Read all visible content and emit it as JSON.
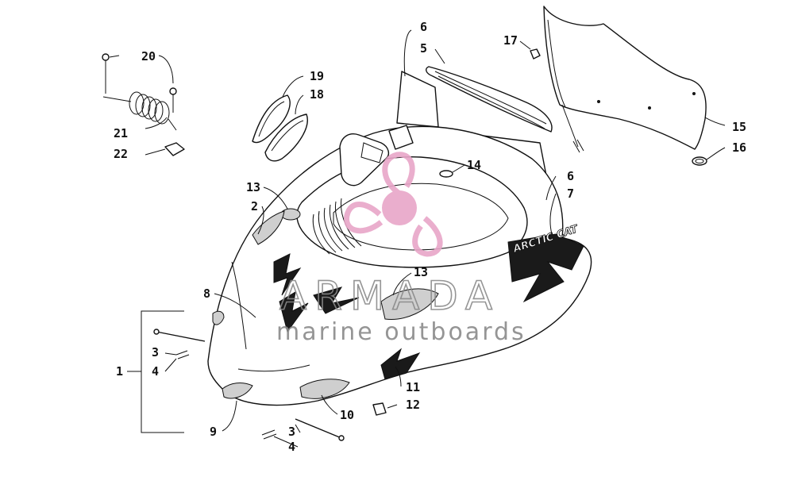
{
  "callouts": {
    "c1": "1",
    "c2": "2",
    "c3a": "3",
    "c3b": "3",
    "c4a": "4",
    "c4b": "4",
    "c5": "5",
    "c6a": "6",
    "c6b": "6",
    "c7": "7",
    "c8": "8",
    "c9": "9",
    "c10": "10",
    "c11": "11",
    "c12": "12",
    "c13a": "13",
    "c13b": "13",
    "c14": "14",
    "c15": "15",
    "c16": "16",
    "c17": "17",
    "c18": "18",
    "c19": "19",
    "c20": "20",
    "c21": "21",
    "c22": "22"
  },
  "hood_decal": "ARCTIC CAT",
  "watermark": {
    "brand": "ARMADA",
    "tagline": "marine outboards",
    "colors": {
      "logo": "#e8a6c8",
      "text": "#8a8a8a"
    }
  }
}
